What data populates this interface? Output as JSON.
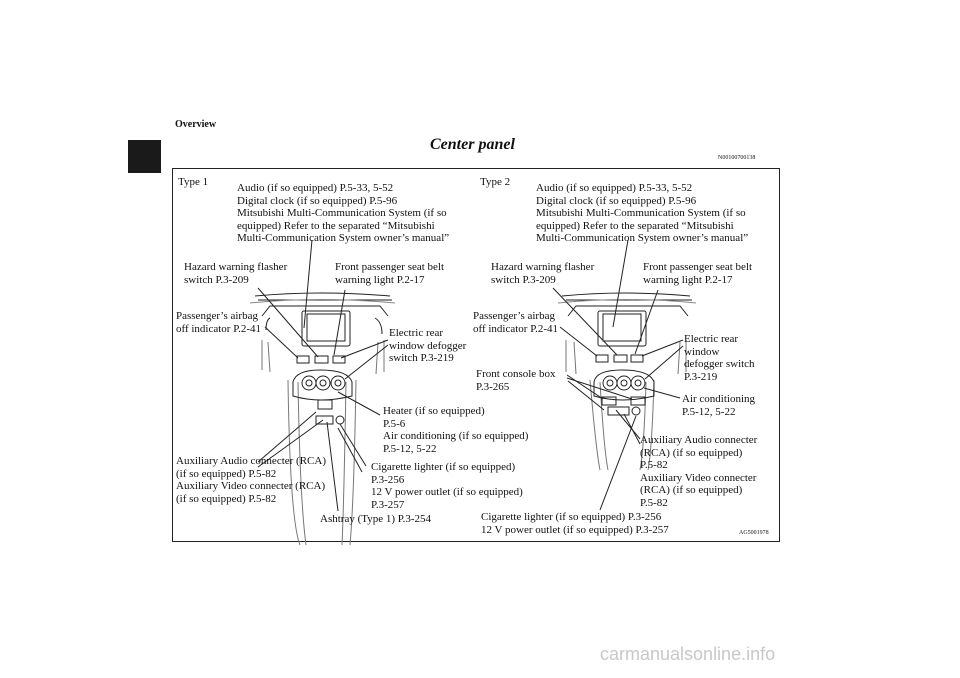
{
  "header": {
    "section": "Overview"
  },
  "page": {
    "title": "Center panel",
    "code": "N00100700138"
  },
  "type1": {
    "type_label": "Type 1",
    "audio": "Audio (if so equipped) P.5-33, 5-52\nDigital clock (if so equipped) P.5-96\nMitsubishi Multi-Communication System (if so\nequipped) Refer to the separated “Mitsubishi\nMulti-Communication System owner’s manual”",
    "hazard": "Hazard warning flasher\nswitch P.3-209",
    "seatbelt": "Front passenger seat belt\nwarning light P.2-17",
    "airbag": "Passenger’s airbag\noff indicator P.2-41",
    "defogger": "Electric rear\nwindow defogger\nswitch P.3-219",
    "heater": "Heater (if so equipped)\nP.5-6\nAir conditioning (if so equipped)\nP.5-12, 5-22",
    "aux": "Auxiliary Audio connecter (RCA)\n(if so equipped) P.5-82\nAuxiliary Video connecter (RCA)\n(if so equipped) P.5-82",
    "lighter": "Cigarette lighter (if so equipped)\nP.3-256\n12 V power outlet (if so equipped)\nP.3-257",
    "ashtray": "Ashtray (Type 1) P.3-254"
  },
  "type2": {
    "type_label": "Type 2",
    "audio": "Audio (if so equipped) P.5-33, 5-52\nDigital clock (if so equipped) P.5-96\nMitsubishi Multi-Communication System (if so\nequipped) Refer to the separated “Mitsubishi\nMulti-Communication System owner’s manual”",
    "hazard": "Hazard warning flasher\nswitch P.3-209",
    "seatbelt": "Front passenger seat belt\nwarning light P.2-17",
    "airbag": "Passenger’s airbag\noff indicator P.2-41",
    "console": "Front console box\nP.3-265",
    "defogger": "Electric rear\nwindow\ndefogger switch\nP.3-219",
    "aircon": "Air conditioning\nP.5-12, 5-22",
    "aux": "Auxiliary Audio connecter\n(RCA) (if so equipped)\nP.5-82\nAuxiliary Video connecter\n(RCA) (if so equipped)\nP.5-82",
    "lighter": "Cigarette lighter (if so equipped) P.3-256\n12 V power outlet (if so equipped) P.3-257"
  },
  "figure_code": "AG5001978",
  "watermark": "carmanualsonline.info"
}
